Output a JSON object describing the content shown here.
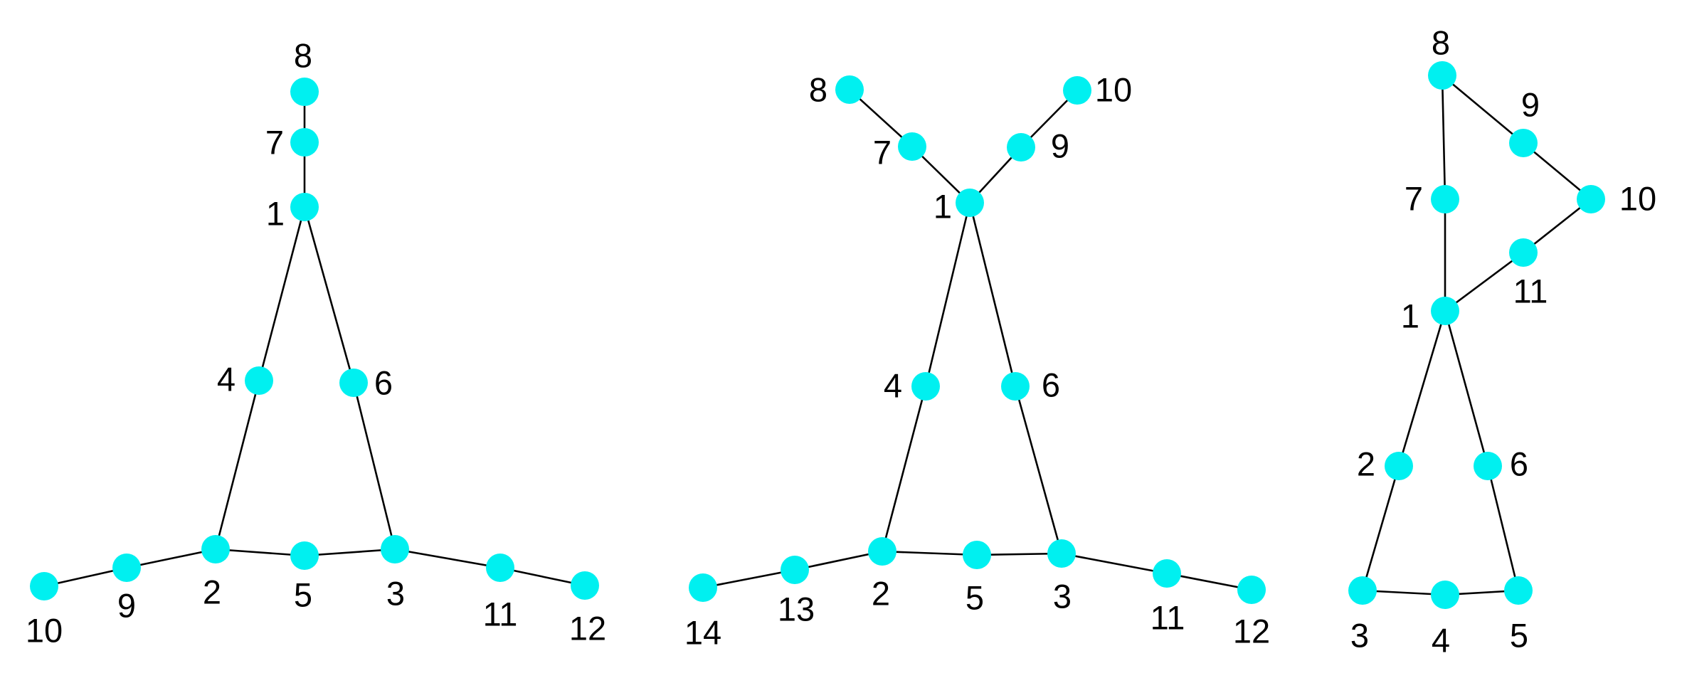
{
  "colors": {
    "node": "#00f0f0",
    "edge": "#000000",
    "background": "#ffffff"
  },
  "graphs": [
    {
      "nodes": [
        {
          "id": "1",
          "label": "1"
        },
        {
          "id": "2",
          "label": "2"
        },
        {
          "id": "3",
          "label": "3"
        },
        {
          "id": "4",
          "label": "4"
        },
        {
          "id": "5",
          "label": "5"
        },
        {
          "id": "6",
          "label": "6"
        },
        {
          "id": "7",
          "label": "7"
        },
        {
          "id": "8",
          "label": "8"
        },
        {
          "id": "9",
          "label": "9"
        },
        {
          "id": "10",
          "label": "10"
        },
        {
          "id": "11",
          "label": "11"
        },
        {
          "id": "12",
          "label": "12"
        }
      ],
      "edges": [
        [
          "8",
          "7"
        ],
        [
          "7",
          "1"
        ],
        [
          "1",
          "4"
        ],
        [
          "4",
          "2"
        ],
        [
          "1",
          "6"
        ],
        [
          "6",
          "3"
        ],
        [
          "2",
          "5"
        ],
        [
          "5",
          "3"
        ],
        [
          "2",
          "9"
        ],
        [
          "9",
          "10"
        ],
        [
          "3",
          "11"
        ],
        [
          "11",
          "12"
        ]
      ]
    },
    {
      "nodes": [
        {
          "id": "1",
          "label": "1"
        },
        {
          "id": "2",
          "label": "2"
        },
        {
          "id": "3",
          "label": "3"
        },
        {
          "id": "4",
          "label": "4"
        },
        {
          "id": "5",
          "label": "5"
        },
        {
          "id": "6",
          "label": "6"
        },
        {
          "id": "7",
          "label": "7"
        },
        {
          "id": "8",
          "label": "8"
        },
        {
          "id": "9",
          "label": "9"
        },
        {
          "id": "10",
          "label": "10"
        },
        {
          "id": "11",
          "label": "11"
        },
        {
          "id": "12",
          "label": "12"
        },
        {
          "id": "13",
          "label": "13"
        },
        {
          "id": "14",
          "label": "14"
        }
      ],
      "edges": [
        [
          "8",
          "7"
        ],
        [
          "7",
          "1"
        ],
        [
          "10",
          "9"
        ],
        [
          "9",
          "1"
        ],
        [
          "1",
          "4"
        ],
        [
          "4",
          "2"
        ],
        [
          "1",
          "6"
        ],
        [
          "6",
          "3"
        ],
        [
          "2",
          "5"
        ],
        [
          "5",
          "3"
        ],
        [
          "2",
          "13"
        ],
        [
          "13",
          "14"
        ],
        [
          "3",
          "11"
        ],
        [
          "11",
          "12"
        ]
      ]
    },
    {
      "nodes": [
        {
          "id": "1",
          "label": "1"
        },
        {
          "id": "2",
          "label": "2"
        },
        {
          "id": "3",
          "label": "3"
        },
        {
          "id": "4",
          "label": "4"
        },
        {
          "id": "5",
          "label": "5"
        },
        {
          "id": "6",
          "label": "6"
        },
        {
          "id": "7",
          "label": "7"
        },
        {
          "id": "8",
          "label": "8"
        },
        {
          "id": "9",
          "label": "9"
        },
        {
          "id": "10",
          "label": "10"
        },
        {
          "id": "11",
          "label": "11"
        }
      ],
      "edges": [
        [
          "8",
          "7"
        ],
        [
          "7",
          "1"
        ],
        [
          "8",
          "9"
        ],
        [
          "9",
          "10"
        ],
        [
          "10",
          "11"
        ],
        [
          "11",
          "1"
        ],
        [
          "1",
          "2"
        ],
        [
          "2",
          "3"
        ],
        [
          "1",
          "6"
        ],
        [
          "6",
          "5"
        ],
        [
          "3",
          "4"
        ],
        [
          "4",
          "5"
        ]
      ]
    }
  ]
}
